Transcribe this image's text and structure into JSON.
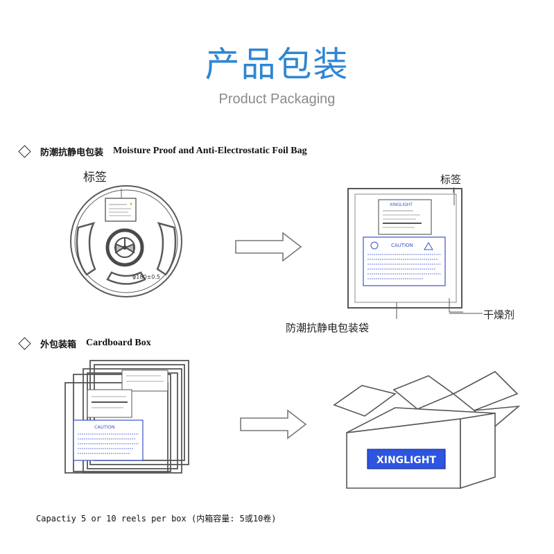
{
  "header": {
    "title_cn": "产品包装",
    "title_en": "Product Packaging"
  },
  "section1": {
    "label_cn": "防潮抗静电包装",
    "label_en": "Moisture Proof and Anti-Electrostatic Foil Bag",
    "reel_label": "标签",
    "bag_label": "标签",
    "desiccant_label": "干燥剂",
    "bag_caption": "防潮抗静电包装袋",
    "brand_small": "XINGLIGHT",
    "caution": "CAUTION",
    "reel_marking": "φ180±0.5"
  },
  "section2": {
    "label_cn": "外包装箱",
    "label_en": "Cardboard Box",
    "box_brand": "XINGLIGHT",
    "caution": "CAUTION"
  },
  "footer": {
    "capacity": "Capactiy 5 or 10 reels per box (内箱容量: 5或10卷)"
  },
  "colors": {
    "title_blue": "#2f86d3",
    "label_blue": "#3a52c9",
    "brand_bg": "#2d55e0",
    "line_gray": "#5a5a5a"
  }
}
